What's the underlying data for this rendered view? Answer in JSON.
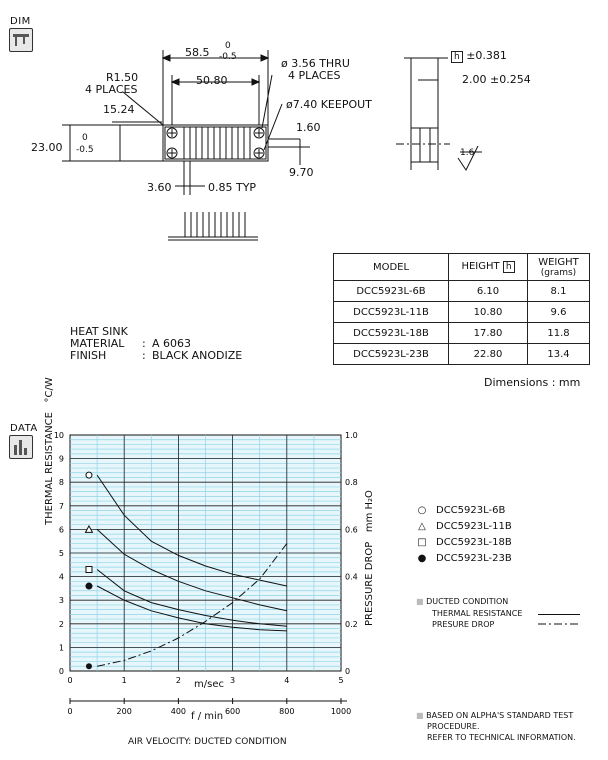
{
  "dim_section": {
    "label": "DIM",
    "icon": "caliper-icon",
    "top_view": {
      "overall_width": "58.5",
      "overall_width_tol_upper": "0",
      "overall_width_tol_lower": "-0.5",
      "hole_spacing": "50.80",
      "hole_label": "ø 3.56 THRU",
      "hole_places": "4 PLACES",
      "radius_label": "R1.50",
      "radius_places": "4 PLACES",
      "keepout_label": "ø7.40 KEEPOUT",
      "edge_offset": "15.24",
      "height": "23.00",
      "height_tol_upper": "0",
      "height_tol_lower": "-0.5",
      "fin_thickness": "1.60",
      "side_dim": "9.70",
      "pitch": "3.60",
      "fin_typ": "0.85 TYP"
    },
    "side_view": {
      "h_label": "h",
      "h_tol": "±0.381",
      "base_dim": "2.00 ±0.254",
      "surface_finish": "1.6"
    },
    "notes": {
      "heat_sink": "HEAT SINK",
      "material_key": "MATERIAL",
      "material_val": "A 6063",
      "finish_key": "FINISH",
      "finish_val": "BLACK ANODIZE"
    }
  },
  "spec_table": {
    "headers": {
      "model": "MODEL",
      "height": "HEIGHT",
      "height_box": "h",
      "weight": "WEIGHT",
      "weight_unit": "(grams)"
    },
    "rows": [
      {
        "model": "DCC5923L-6B",
        "height": "6.10",
        "weight": "8.1"
      },
      {
        "model": "DCC5923L-11B",
        "height": "10.80",
        "weight": "9.6"
      },
      {
        "model": "DCC5923L-18B",
        "height": "17.80",
        "weight": "11.8"
      },
      {
        "model": "DCC5923L-23B",
        "height": "22.80",
        "weight": "13.4"
      }
    ]
  },
  "dimensions_unit": "Dimensions    : mm",
  "data_section": {
    "label": "DATA",
    "icon": "bar-chart-icon"
  },
  "chart_data": {
    "type": "line",
    "ylabel": "THERMAL RESISTANCE",
    "ylabel_unit": "°C/W",
    "y2label": "PRESSURE DROP",
    "y2label_unit": "mm H₂O",
    "xlabel": "m/sec",
    "x2label": "f / min",
    "footer_label": "AIR VELOCITY:  DUCTED CONDITION",
    "xlim": [
      0,
      5
    ],
    "ylim": [
      0,
      10
    ],
    "y2lim": [
      0,
      1.0
    ],
    "x2lim": [
      0,
      1000
    ],
    "x_ticks": [
      "0",
      "1",
      "2",
      "3",
      "4",
      "5"
    ],
    "x2_ticks": [
      "0",
      "200",
      "400",
      "600",
      "800",
      "1000"
    ],
    "y_ticks": [
      "0",
      "1",
      "2",
      "3",
      "4",
      "5",
      "6",
      "7",
      "8",
      "9",
      "10"
    ],
    "y2_ticks": [
      "0",
      "0.2",
      "0.4",
      "0.6",
      "0.8",
      "1.0"
    ],
    "grid_color": "#8fd4e8",
    "background_color": "#e6f6fb",
    "series": [
      {
        "name": "DCC5923L-6B",
        "marker": "circle-open",
        "x": [
          0.5,
          1.0,
          1.5,
          2.0,
          2.5,
          3.0,
          3.5,
          4.0
        ],
        "y": [
          8.3,
          6.6,
          5.5,
          4.9,
          4.45,
          4.1,
          3.85,
          3.6
        ]
      },
      {
        "name": "DCC5923L-11B",
        "marker": "triangle-open",
        "x": [
          0.5,
          1.0,
          1.5,
          2.0,
          2.5,
          3.0,
          3.5,
          4.0
        ],
        "y": [
          6.0,
          4.95,
          4.3,
          3.8,
          3.4,
          3.1,
          2.8,
          2.55
        ]
      },
      {
        "name": "DCC5923L-18B",
        "marker": "square-open",
        "x": [
          0.5,
          1.0,
          1.5,
          2.0,
          2.5,
          3.0,
          3.5,
          4.0
        ],
        "y": [
          4.3,
          3.4,
          2.9,
          2.6,
          2.35,
          2.15,
          2.0,
          1.9
        ]
      },
      {
        "name": "DCC5923L-23B",
        "marker": "circle-filled",
        "x": [
          0.5,
          1.0,
          1.5,
          2.0,
          2.5,
          3.0,
          3.5,
          4.0
        ],
        "y": [
          3.6,
          3.0,
          2.55,
          2.25,
          2.0,
          1.85,
          1.75,
          1.7
        ]
      }
    ],
    "pressure_drop": {
      "x": [
        0.5,
        1.0,
        1.5,
        2.0,
        2.5,
        3.0,
        3.5,
        4.0
      ],
      "y": [
        0.02,
        0.045,
        0.085,
        0.14,
        0.21,
        0.29,
        0.39,
        0.54
      ]
    }
  },
  "legend": {
    "items": [
      {
        "symbol": "○",
        "label": "DCC5923L-6B"
      },
      {
        "symbol": "△",
        "label": "DCC5923L-11B"
      },
      {
        "symbol": "□",
        "label": "DCC5923L-18B"
      },
      {
        "symbol": "●",
        "label": "DCC5923L-23B"
      }
    ],
    "ducted_condition": "DUCTED CONDITION",
    "thermal_resistance": "THERMAL RESISTANCE",
    "pressure_drop": "PRESURE DROP",
    "note_line1": "BASED ON ALPHA'S STANDARD TEST",
    "note_line2": "PROCEDURE.",
    "note_line3": "REFER TO TECHNICAL INFORMATION."
  }
}
